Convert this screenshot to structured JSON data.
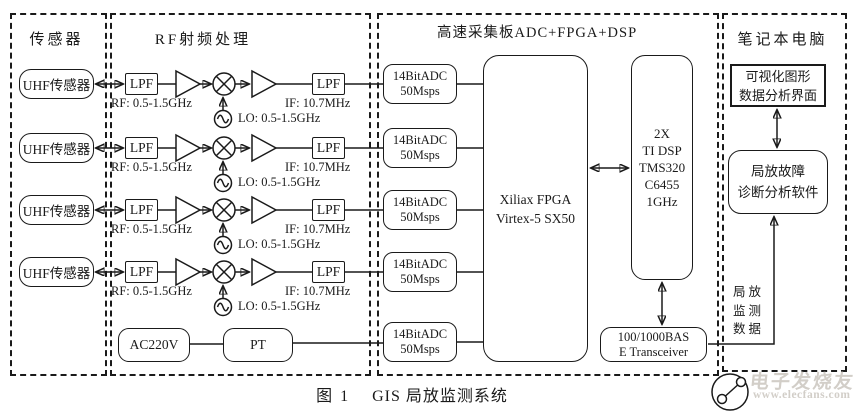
{
  "groups": {
    "sensors": {
      "title": "传感器"
    },
    "rf": {
      "title": "RF射频处理"
    },
    "acq": {
      "title": "高速采集板ADC+FPGA+DSP"
    },
    "laptop": {
      "title": "笔记本电脑"
    }
  },
  "chains": [
    {
      "sensor": "UHF传感器",
      "lpf1": "LPF",
      "rf_label": "RF: 0.5-1.5GHz",
      "lo_label": "LO: 0.5-1.5GHz",
      "lpf2": "LPF",
      "if_label": "IF: 10.7MHz"
    },
    {
      "sensor": "UHF传感器",
      "lpf1": "LPF",
      "rf_label": "RF: 0.5-1.5GHz",
      "lo_label": "LO: 0.5-1.5GHz",
      "lpf2": "LPF",
      "if_label": "IF: 10.7MHz"
    },
    {
      "sensor": "UHF传感器",
      "lpf1": "LPF",
      "rf_label": "RF: 0.5-1.5GHz",
      "lo_label": "LO: 0.5-1.5GHz",
      "lpf2": "LPF",
      "if_label": "IF: 10.7MHz"
    },
    {
      "sensor": "UHF传感器",
      "lpf1": "LPF",
      "rf_label": "RF: 0.5-1.5GHz",
      "lo_label": "LO: 0.5-1.5GHz",
      "lpf2": "LPF",
      "if_label": "IF: 10.7MHz"
    }
  ],
  "adcs": [
    {
      "line1": "14BitADC",
      "line2": "50Msps"
    },
    {
      "line1": "14BitADC",
      "line2": "50Msps"
    },
    {
      "line1": "14BitADC",
      "line2": "50Msps"
    },
    {
      "line1": "14BitADC",
      "line2": "50Msps"
    },
    {
      "line1": "14BitADC",
      "line2": "50Msps"
    }
  ],
  "fpga": {
    "line1": "Xiliax FPGA",
    "line2": "Virtex-5 SX50"
  },
  "dsp": {
    "lines": [
      "2X",
      "TI DSP",
      "TMS320",
      "C6455",
      "1GHz"
    ]
  },
  "power": {
    "ac": "AC220V",
    "pt": "PT"
  },
  "transceiver": {
    "line1": "100/1000BAS",
    "line2": "E Transceiver"
  },
  "laptop_sw": {
    "ui_line1": "可视化图形",
    "ui_line2": "数据分析界面",
    "sw_line1": "局放故障",
    "sw_line2": "诊断分析软件"
  },
  "data_label": [
    "局放",
    "监测",
    "数据"
  ],
  "caption": {
    "fig": "图 1",
    "title": "GIS 局放监测系统"
  },
  "watermark": {
    "brand": "电子发烧友",
    "url": "www.elecfans.com",
    "color": "#d2cec8"
  }
}
